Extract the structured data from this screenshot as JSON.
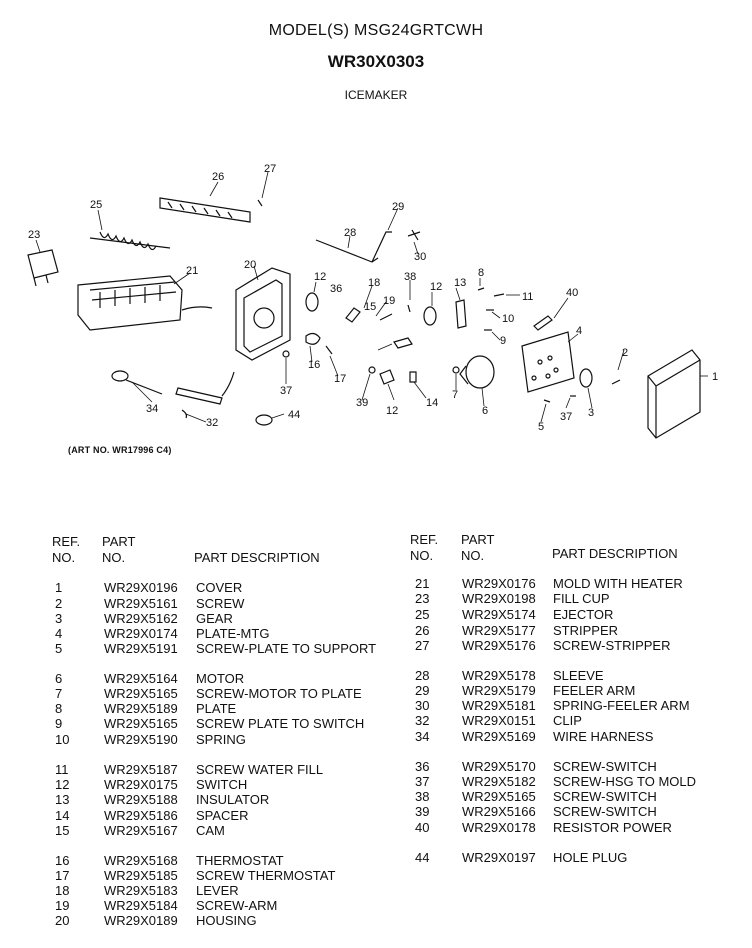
{
  "header": {
    "model": "MODEL(S) MSG24GRTCWH",
    "part_number": "WR30X0303",
    "section": "ICEMAKER"
  },
  "diagram": {
    "art_no": "(ART NO. WR17996 C4)",
    "callouts": [
      "1",
      "2",
      "3",
      "4",
      "5",
      "6",
      "7",
      "8",
      "9",
      "10",
      "11",
      "12",
      "12",
      "12",
      "13",
      "14",
      "15",
      "16",
      "17",
      "18",
      "19",
      "20",
      "21",
      "23",
      "25",
      "26",
      "27",
      "28",
      "29",
      "30",
      "32",
      "34",
      "36",
      "37",
      "37",
      "38",
      "39",
      "40",
      "44"
    ]
  },
  "table_headers": {
    "ref_line1": "REF.",
    "ref_line2": "NO.",
    "part_line1": "PART",
    "part_line2": "NO.",
    "desc": "PART DESCRIPTION"
  },
  "parts_left": [
    {
      "ref": "1",
      "part": "WR29X0196",
      "desc": "COVER"
    },
    {
      "ref": "2",
      "part": "WR29X5161",
      "desc": "SCREW"
    },
    {
      "ref": "3",
      "part": "WR29X5162",
      "desc": "GEAR"
    },
    {
      "ref": "4",
      "part": "WR29X0174",
      "desc": "PLATE-MTG"
    },
    {
      "ref": "5",
      "part": "WR29X5191",
      "desc": "SCREW-PLATE TO SUPPORT"
    },
    {
      "ref": "6",
      "part": "WR29X5164",
      "desc": "MOTOR"
    },
    {
      "ref": "7",
      "part": "WR29X5165",
      "desc": "SCREW-MOTOR TO PLATE"
    },
    {
      "ref": "8",
      "part": "WR29X5189",
      "desc": "PLATE"
    },
    {
      "ref": "9",
      "part": "WR29X5165",
      "desc": "SCREW PLATE TO SWITCH"
    },
    {
      "ref": "10",
      "part": "WR29X5190",
      "desc": "SPRING"
    },
    {
      "ref": "11",
      "part": "WR29X5187",
      "desc": "SCREW WATER FILL"
    },
    {
      "ref": "12",
      "part": "WR29X0175",
      "desc": "SWITCH"
    },
    {
      "ref": "13",
      "part": "WR29X5188",
      "desc": "INSULATOR"
    },
    {
      "ref": "14",
      "part": "WR29X5186",
      "desc": "SPACER"
    },
    {
      "ref": "15",
      "part": "WR29X5167",
      "desc": "CAM"
    },
    {
      "ref": "16",
      "part": "WR29X5168",
      "desc": "THERMOSTAT"
    },
    {
      "ref": "17",
      "part": "WR29X5185",
      "desc": "SCREW THERMOSTAT"
    },
    {
      "ref": "18",
      "part": "WR29X5183",
      "desc": "LEVER"
    },
    {
      "ref": "19",
      "part": "WR29X5184",
      "desc": "SCREW-ARM"
    },
    {
      "ref": "20",
      "part": "WR29X0189",
      "desc": "HOUSING"
    }
  ],
  "parts_right": [
    {
      "ref": "21",
      "part": "WR29X0176",
      "desc": "MOLD WITH HEATER"
    },
    {
      "ref": "23",
      "part": "WR29X0198",
      "desc": "FILL CUP"
    },
    {
      "ref": "25",
      "part": "WR29X5174",
      "desc": "EJECTOR"
    },
    {
      "ref": "26",
      "part": "WR29X5177",
      "desc": "STRIPPER"
    },
    {
      "ref": "27",
      "part": "WR29X5176",
      "desc": "SCREW-STRIPPER"
    },
    {
      "ref": "28",
      "part": "WR29X5178",
      "desc": "SLEEVE"
    },
    {
      "ref": "29",
      "part": "WR29X5179",
      "desc": "FEELER ARM"
    },
    {
      "ref": "30",
      "part": "WR29X5181",
      "desc": "SPRING-FEELER ARM"
    },
    {
      "ref": "32",
      "part": "WR29X0151",
      "desc": "CLIP"
    },
    {
      "ref": "34",
      "part": "WR29X5169",
      "desc": "WIRE HARNESS"
    },
    {
      "ref": "36",
      "part": "WR29X5170",
      "desc": "SCREW-SWITCH"
    },
    {
      "ref": "37",
      "part": "WR29X5182",
      "desc": "SCREW-HSG TO MOLD"
    },
    {
      "ref": "38",
      "part": "WR29X5165",
      "desc": "SCREW-SWITCH"
    },
    {
      "ref": "39",
      "part": "WR29X5166",
      "desc": "SCREW-SWITCH"
    },
    {
      "ref": "40",
      "part": "WR29X0178",
      "desc": "RESISTOR POWER"
    },
    {
      "ref": "44",
      "part": "WR29X0197",
      "desc": "HOLE PLUG"
    }
  ]
}
